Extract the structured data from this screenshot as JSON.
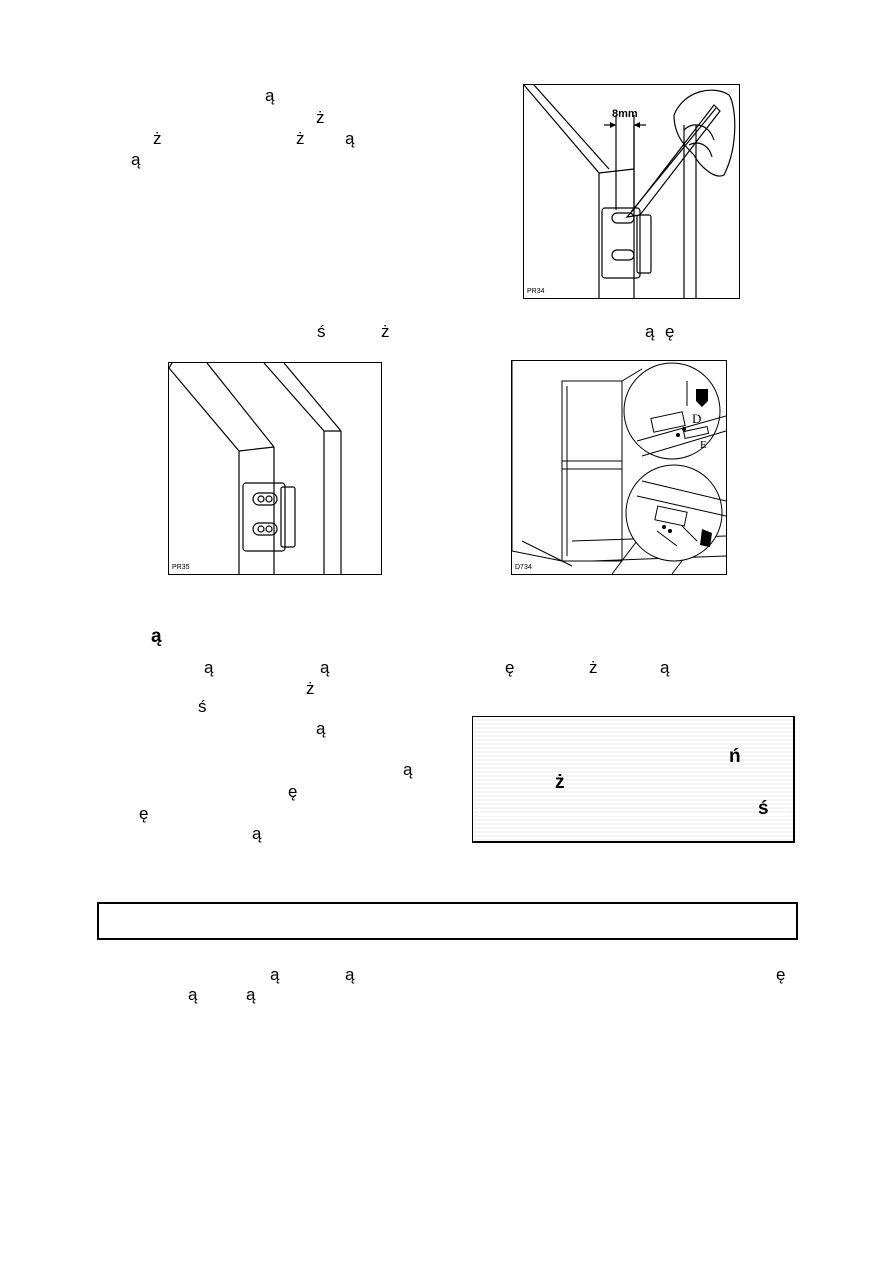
{
  "figures": {
    "pr34": {
      "code": "PR34",
      "dimension": "8mm"
    },
    "pr35": {
      "code": "PR35"
    },
    "d734": {
      "code": "D734",
      "label_d": "D",
      "label_e": "E"
    }
  },
  "text_fragments": {
    "t1": "ą",
    "t2": "ż",
    "t3": "ż",
    "t4": "ż",
    "t5": "ą",
    "t6": "ą",
    "t7": "ś",
    "t8": "ż",
    "t9": "ą",
    "t10": "ę",
    "t11": "ą",
    "t12": "ą",
    "t13": "ą",
    "t14": "ę",
    "t15": "ż",
    "t16": "ą",
    "t17": "ż",
    "t18": "ś",
    "t19": "ą",
    "t20": "ą",
    "t21": "ę",
    "t22": "ę",
    "t23": "ą",
    "t24": "ń",
    "t25": "ż",
    "t26": "ś",
    "t27": "ą",
    "t28": "ą",
    "t29": "ę",
    "t30": "ą",
    "t31": "ą"
  },
  "colors": {
    "text": "#000000",
    "note_bg": "#f4f4f4"
  }
}
